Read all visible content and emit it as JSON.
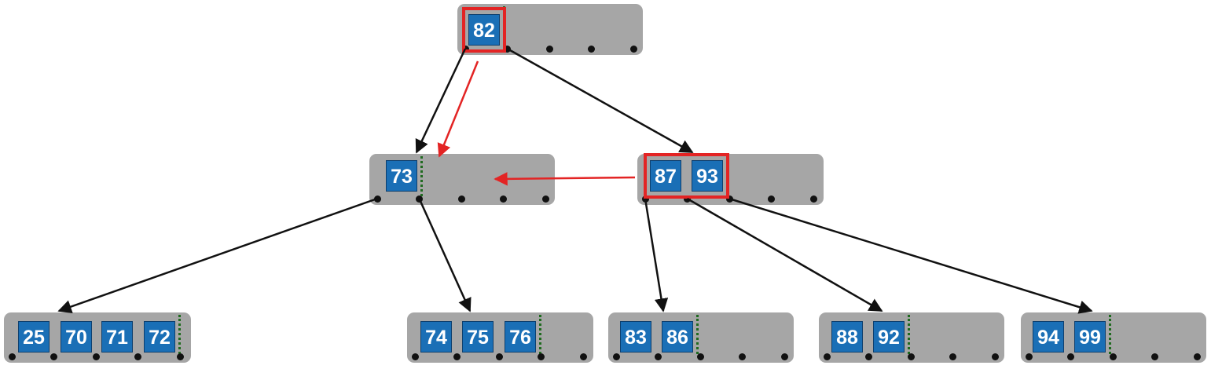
{
  "nodes": [
    {
      "id": "root",
      "keys": [
        "82"
      ]
    },
    {
      "id": "l1a",
      "keys": [
        "73"
      ]
    },
    {
      "id": "l1b",
      "keys": [
        "87",
        "93"
      ]
    },
    {
      "id": "leaf1",
      "keys": [
        "25",
        "70",
        "71",
        "72"
      ]
    },
    {
      "id": "leaf2",
      "keys": [
        "74",
        "75",
        "76"
      ]
    },
    {
      "id": "leaf3",
      "keys": [
        "83",
        "86"
      ]
    },
    {
      "id": "leaf4",
      "keys": [
        "88",
        "92"
      ]
    },
    {
      "id": "leaf5",
      "keys": [
        "94",
        "99"
      ]
    }
  ],
  "edges": [
    {
      "from": "root",
      "to": "l1a"
    },
    {
      "from": "root",
      "to": "l1b"
    },
    {
      "from": "l1a",
      "to": "leaf1"
    },
    {
      "from": "l1a",
      "to": "leaf2"
    },
    {
      "from": "l1b",
      "to": "leaf3"
    },
    {
      "from": "l1b",
      "to": "leaf4"
    },
    {
      "from": "l1b",
      "to": "leaf5"
    }
  ],
  "highlights": [
    {
      "node": "root",
      "keys": [
        "82"
      ]
    },
    {
      "node": "l1b",
      "keys": [
        "87",
        "93"
      ]
    }
  ],
  "colors": {
    "node_fill": "#a6a6a6",
    "key_fill": "#1a6fb6",
    "key_text": "#ffffff",
    "edge": "#111111",
    "highlight": "#e32424",
    "separator": "#1f6a1f"
  }
}
